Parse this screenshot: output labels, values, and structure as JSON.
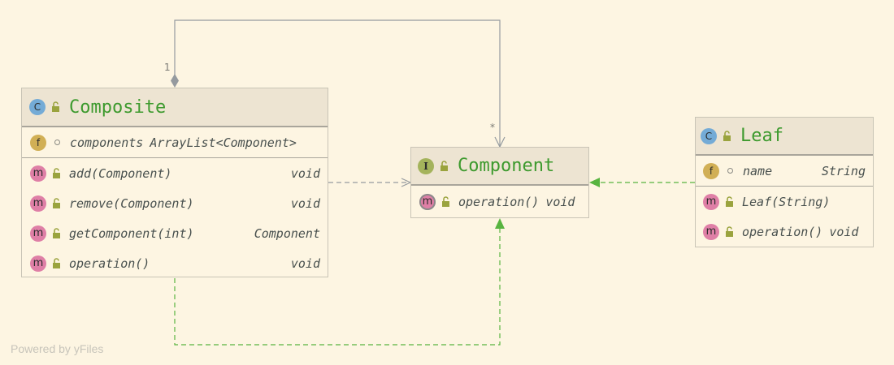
{
  "diagram": {
    "classes": {
      "composite": {
        "kind": "class",
        "kind_letter": "C",
        "name": "Composite",
        "fields": [
          {
            "kind_letter": "f",
            "name": "components",
            "type": "ArrayList<Component>"
          }
        ],
        "methods": [
          {
            "kind_letter": "m",
            "name": "add(Component)",
            "type": "void"
          },
          {
            "kind_letter": "m",
            "name": "remove(Component)",
            "type": "void"
          },
          {
            "kind_letter": "m",
            "name": "getComponent(int)",
            "type": "Component"
          },
          {
            "kind_letter": "m",
            "name": "operation()",
            "type": "void"
          }
        ]
      },
      "component": {
        "kind": "interface",
        "kind_letter": "I",
        "name": "Component",
        "methods": [
          {
            "kind_letter": "m",
            "name": "operation()",
            "type": "void"
          }
        ]
      },
      "leaf": {
        "kind": "class",
        "kind_letter": "C",
        "name": "Leaf",
        "fields": [
          {
            "kind_letter": "f",
            "name": "name",
            "type": "String"
          }
        ],
        "methods": [
          {
            "kind_letter": "m",
            "name": "Leaf(String)",
            "type": ""
          },
          {
            "kind_letter": "m",
            "name": "operation()",
            "type": "void"
          }
        ]
      }
    },
    "relations": [
      {
        "type": "aggregation",
        "from": "Composite",
        "to": "Component",
        "source_multiplicity": "1",
        "target_multiplicity": "*"
      },
      {
        "type": "dependency",
        "from": "Composite",
        "to": "Component"
      },
      {
        "type": "realization",
        "from": "Composite",
        "to": "Component"
      },
      {
        "type": "realization",
        "from": "Leaf",
        "to": "Component"
      }
    ],
    "colors": {
      "background": "#fdf5e2",
      "header": "#ede4d2",
      "class_name": "#3d9a2e",
      "member_text": "#48504e",
      "realization_edge": "#58b440",
      "association_edge": "#959a9f",
      "class_badge": "#74abd6",
      "interface_badge": "#a4b35c",
      "field_badge": "#d1af55",
      "method_badge": "#df7fa6"
    }
  },
  "watermark": "Powered by yFiles"
}
